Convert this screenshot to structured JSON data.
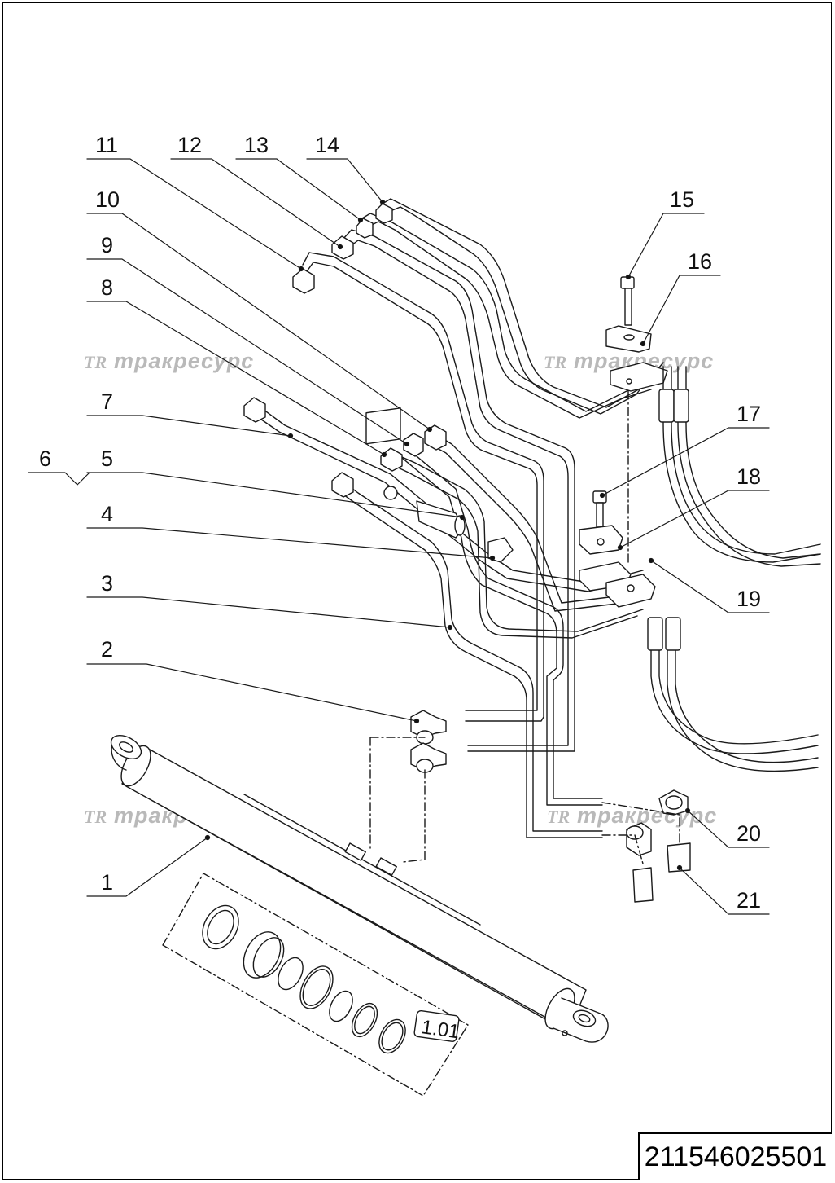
{
  "callouts": [
    "1",
    "2",
    "3",
    "4",
    "5",
    "6",
    "7",
    "8",
    "9",
    "10",
    "11",
    "12",
    "13",
    "14",
    "15",
    "16",
    "17",
    "18",
    "19",
    "20",
    "21"
  ],
  "detail_label": "1.01",
  "watermark": {
    "logo": "TR",
    "text": "тракресурс"
  },
  "document_number": "211546025501"
}
